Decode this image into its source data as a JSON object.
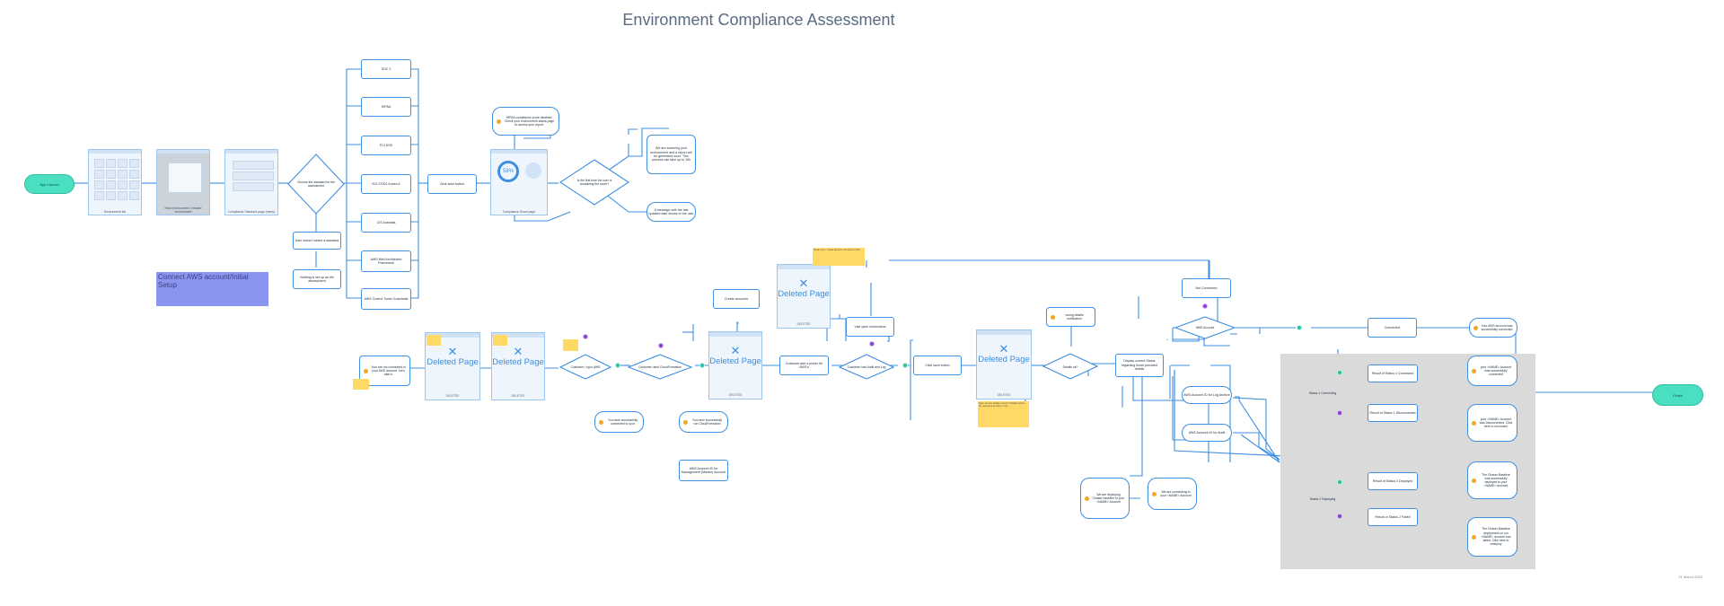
{
  "title": "Environment Compliance Assessment",
  "date": "21 March 2023",
  "section_label": "Connect AWS account/Initial Setup",
  "terminals": {
    "start": "App Launch",
    "end": "Finish"
  },
  "screens": {
    "environment_list": "Environment list",
    "new_environment": "New Environment / created environment",
    "compliance_standard": "Compliance Standard page (menu)",
    "compliance_score": "Compliance Score page",
    "score_value": "58%"
  },
  "decisions": {
    "choose_standard": "Choose the standard for the assessment",
    "first_time": "Is the first time the user is visualizing the score?",
    "connect_aws": "Customer l og in AWS",
    "cloudformation": "Customer used CloudFormation",
    "audit_log": "Customer has Audit and Log",
    "details": "Details ok?",
    "aws_account": "AWS Account",
    "status1": "Status 1 Connecting",
    "status2": "Status 2 Deploying"
  },
  "standards": [
    "SOC 2",
    "HIPAA",
    "PCI DSS",
    "ISO 27001 Annex A",
    "CIS Australia",
    "AWS Well Architected Framework",
    "AWS Control Tower Guardrails"
  ],
  "boxes": {
    "click_save": "Click save button",
    "no_standard": "User doesn't select a standard",
    "nothing_set": "Nothing is set up as the assessment",
    "first_aws": "Your are not connected to your AWS account. Let's start it",
    "created_accounts": "Create accounts",
    "visit_instructions": "Visit open instructions",
    "customer_enters": "Customer add a power for AWS's",
    "click_save2": "Click save button",
    "display_summary": "Display current Status regarding those provided details",
    "not_connected": "Not Connected",
    "connected": "Connected",
    "acc_id_log": "AWS Account ID for Log Archive",
    "acc_id_audit": "AWS Account ID for Audit",
    "mgmt_account": "AWS Account ID for Management (Master) Account",
    "status1_connected": "Result of Status 1 Connected",
    "status1_disconnected": "Result of Status 1 Disconnected",
    "status2_deployed": "Result of Status 2 Deployed",
    "status2_failed": "Result of Status 2 Failed"
  },
  "bubbles": {
    "hipaa": "HIPAA compliance score disabled. Check your environment status page to access your report.",
    "scanning": "We are scanning your environment and a report will be generated soon. This process can take up to 10h",
    "updated": "A message with the last updated date shows to the user",
    "success_aws": "You have successfully connected to your",
    "success_cf": "You have successfully run CloudFormation",
    "wrong_details": "wrong details notification",
    "connected_ok": "Your AWS account was successfully connected",
    "acct_connected": "your <NAME> Account was successfully connected",
    "acct_disconnected": "your <NAME> Account was Disconnected. Click here to reconnect",
    "deployed_ok": "The Chaser Baseline was successfully deployed to your <NAME> account",
    "deploy_failed": "The Chaser Baseline deployment on our <NAME> account has failed. Click here to redeploy",
    "deploying": "We are deploying Chaser baseline to your <NAME> Account",
    "connecting": "We are connecting to your <NAME> Account"
  },
  "deleted": {
    "label": "Deleted Page",
    "caption": "DELETED"
  },
  "stickies": {
    "top": "Need more / create account / all account lists",
    "bottom": "Note: Are the details correct? Validate before the assessment starts / retry"
  }
}
